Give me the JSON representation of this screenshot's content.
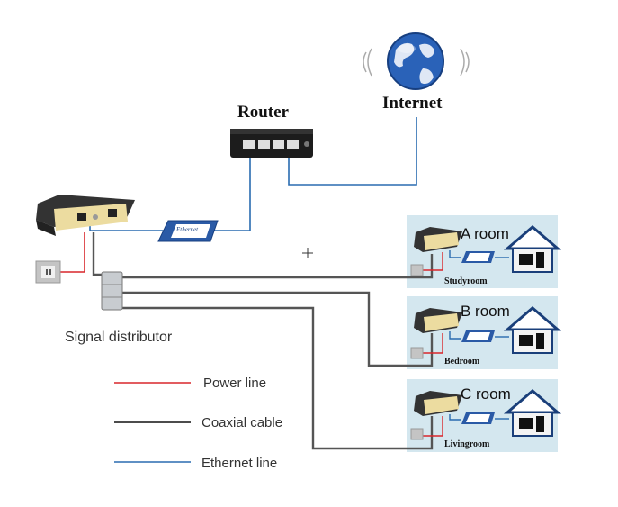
{
  "labels": {
    "router": "Router",
    "internet": "Internet",
    "signal_distributor": "Signal distributor",
    "ethernet_tag": "Ethernet"
  },
  "rooms": [
    {
      "title": "A room",
      "subtitle": "Studyroom"
    },
    {
      "title": "B room",
      "subtitle": "Bedroom"
    },
    {
      "title": "C room",
      "subtitle": "Livingroom"
    }
  ],
  "legend": [
    {
      "label": "Power line",
      "color": "#d9262b"
    },
    {
      "label": "Coaxial cable",
      "color": "#111111"
    },
    {
      "label": "Ethernet line",
      "color": "#2a6cb0"
    }
  ],
  "colors": {
    "power": "#d9262b",
    "coax": "#555555",
    "ethernet": "#2a6cb0",
    "room_panel": "#d4e7ef",
    "globe": "#2a62b8"
  },
  "icons": [
    "globe-icon",
    "router-icon",
    "modem-icon",
    "outlet-icon",
    "splitter-icon",
    "house-icon"
  ]
}
